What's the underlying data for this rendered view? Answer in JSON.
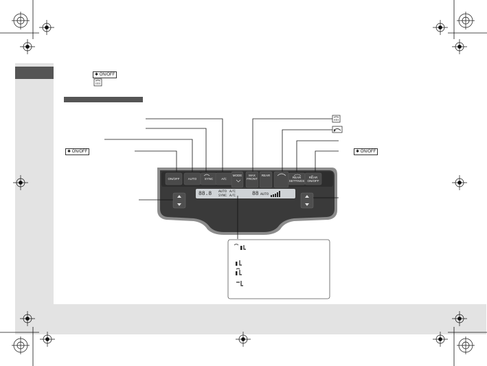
{
  "colors": {
    "sidebar": "#e3e3e3",
    "tab": "#555555",
    "heading_bar": "#555555",
    "panel_body": "#3a3a3a",
    "panel_frame": "#8c8c8c",
    "lcd": "#cfd3d6"
  },
  "icons": {
    "fan_onoff_badge": "fan-icon",
    "defrost_badge": "windshield-defrost-icon",
    "recirculation": "recirculation-icon"
  },
  "badges": {
    "fan_onoff": "ON/OFF",
    "rear_fan_onoff": "ON/OFF",
    "fan_onoff_left_callout": "ON/OFF"
  },
  "panel_buttons": [
    {
      "id": "fan-onoff",
      "label": "ON/OFF"
    },
    {
      "id": "auto",
      "label": "AUTO"
    },
    {
      "id": "sync",
      "label": "SYNC"
    },
    {
      "id": "ac",
      "label": "A/C"
    },
    {
      "id": "mode",
      "label": "MODE"
    },
    {
      "id": "front-defrost",
      "label": "MAX\nFRONT"
    },
    {
      "id": "rear-defrost",
      "label": "REAR"
    },
    {
      "id": "recirculation",
      "label": ""
    },
    {
      "id": "rear-settings",
      "label": "REAR\nSETTINGS"
    },
    {
      "id": "rear-onoff",
      "label": "REAR\nON/OFF"
    }
  ],
  "display": {
    "left_temp": "88.8",
    "auto_line1": "AUTO",
    "auto_line2": "SYNC",
    "ac_line1": "A/C",
    "ac_line2": "A/C",
    "rear_temp": "88",
    "rear_auto": "AUTO"
  }
}
